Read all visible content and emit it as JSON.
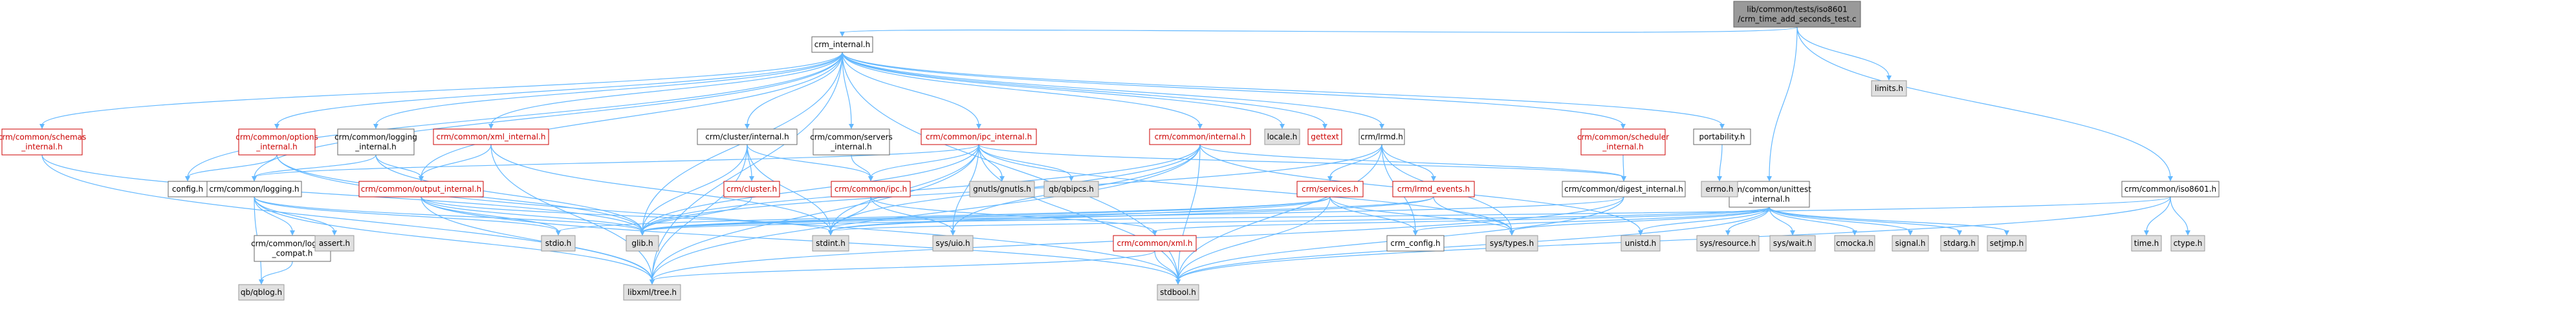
{
  "diagram": {
    "type": "include-dependency-graph",
    "colors": {
      "edge": "#63b8ff",
      "root_fill": "#999999",
      "external_fill": "#e0e0e0",
      "linked_border": "#cc0000",
      "node_border": "#666666"
    },
    "nodes": [
      {
        "id": "root",
        "lines": [
          "lib/common/tests/iso8601",
          "/crm_time_add_seconds_test.c"
        ],
        "style": "root"
      },
      {
        "id": "crm_internal",
        "lines": [
          "crm_internal.h"
        ],
        "style": "plain"
      },
      {
        "id": "limits",
        "lines": [
          "limits.h"
        ],
        "style": "grey"
      },
      {
        "id": "unittest_internal",
        "lines": [
          "crm/common/unittest",
          "_internal.h"
        ],
        "style": "plain"
      },
      {
        "id": "iso8601",
        "lines": [
          "crm/common/iso8601.h"
        ],
        "style": "plain"
      },
      {
        "id": "schemas_internal",
        "lines": [
          "crm/common/schemas",
          "_internal.h"
        ],
        "style": "red"
      },
      {
        "id": "options_internal",
        "lines": [
          "crm/common/options",
          "_internal.h"
        ],
        "style": "red"
      },
      {
        "id": "logging_internal",
        "lines": [
          "crm/common/logging",
          "_internal.h"
        ],
        "style": "plain"
      },
      {
        "id": "xml_internal",
        "lines": [
          "crm/common/xml_internal.h"
        ],
        "style": "red"
      },
      {
        "id": "cluster_internal",
        "lines": [
          "crm/cluster/internal.h"
        ],
        "style": "plain"
      },
      {
        "id": "servers_internal",
        "lines": [
          "crm/common/servers",
          "_internal.h"
        ],
        "style": "plain"
      },
      {
        "id": "ipc_internal",
        "lines": [
          "crm/common/ipc_internal.h"
        ],
        "style": "red"
      },
      {
        "id": "common_internal",
        "lines": [
          "crm/common/internal.h"
        ],
        "style": "red"
      },
      {
        "id": "locale",
        "lines": [
          "locale.h"
        ],
        "style": "grey"
      },
      {
        "id": "gettext",
        "lines": [
          "gettext"
        ],
        "style": "red"
      },
      {
        "id": "lrmd",
        "lines": [
          "crm/lrmd.h"
        ],
        "style": "plain"
      },
      {
        "id": "scheduler_internal",
        "lines": [
          "crm/common/scheduler",
          "_internal.h"
        ],
        "style": "red"
      },
      {
        "id": "portability",
        "lines": [
          "portability.h"
        ],
        "style": "plain"
      },
      {
        "id": "config_left",
        "lines": [
          "config.h"
        ],
        "style": "plain"
      },
      {
        "id": "logging",
        "lines": [
          "crm/common/logging.h"
        ],
        "style": "plain"
      },
      {
        "id": "output_internal",
        "lines": [
          "crm/common/output_internal.h"
        ],
        "style": "red"
      },
      {
        "id": "cluster",
        "lines": [
          "crm/cluster.h"
        ],
        "style": "red"
      },
      {
        "id": "ipc",
        "lines": [
          "crm/common/ipc.h"
        ],
        "style": "red"
      },
      {
        "id": "gnutls",
        "lines": [
          "gnutls/gnutls.h"
        ],
        "style": "grey"
      },
      {
        "id": "qbipcs",
        "lines": [
          "qb/qbipcs.h"
        ],
        "style": "grey"
      },
      {
        "id": "services",
        "lines": [
          "crm/services.h"
        ],
        "style": "red"
      },
      {
        "id": "lrmd_events",
        "lines": [
          "crm/lrmd_events.h"
        ],
        "style": "red"
      },
      {
        "id": "errno",
        "lines": [
          "errno.h"
        ],
        "style": "grey"
      },
      {
        "id": "digest_internal",
        "lines": [
          "crm/common/digest_internal.h"
        ],
        "style": "plain"
      },
      {
        "id": "logging_compat",
        "lines": [
          "crm/common/logging",
          "_compat.h"
        ],
        "style": "plain"
      },
      {
        "id": "assert",
        "lines": [
          "assert.h"
        ],
        "style": "grey"
      },
      {
        "id": "stdio",
        "lines": [
          "stdio.h"
        ],
        "style": "grey"
      },
      {
        "id": "glib",
        "lines": [
          "glib.h"
        ],
        "style": "grey"
      },
      {
        "id": "stdint",
        "lines": [
          "stdint.h"
        ],
        "style": "grey"
      },
      {
        "id": "sys_uio",
        "lines": [
          "sys/uio.h"
        ],
        "style": "grey"
      },
      {
        "id": "xml",
        "lines": [
          "crm/common/xml.h"
        ],
        "style": "red"
      },
      {
        "id": "crm_config",
        "lines": [
          "crm_config.h"
        ],
        "style": "plain"
      },
      {
        "id": "sys_types",
        "lines": [
          "sys/types.h"
        ],
        "style": "grey"
      },
      {
        "id": "unistd",
        "lines": [
          "unistd.h"
        ],
        "style": "grey"
      },
      {
        "id": "sys_resource",
        "lines": [
          "sys/resource.h"
        ],
        "style": "grey"
      },
      {
        "id": "sys_wait",
        "lines": [
          "sys/wait.h"
        ],
        "style": "grey"
      },
      {
        "id": "cmocka",
        "lines": [
          "cmocka.h"
        ],
        "style": "grey"
      },
      {
        "id": "signal",
        "lines": [
          "signal.h"
        ],
        "style": "grey"
      },
      {
        "id": "stdarg",
        "lines": [
          "stdarg.h"
        ],
        "style": "grey"
      },
      {
        "id": "setjmp",
        "lines": [
          "setjmp.h"
        ],
        "style": "grey"
      },
      {
        "id": "time",
        "lines": [
          "time.h"
        ],
        "style": "grey"
      },
      {
        "id": "ctype",
        "lines": [
          "ctype.h"
        ],
        "style": "grey"
      },
      {
        "id": "qblog",
        "lines": [
          "qb/qblog.h"
        ],
        "style": "grey"
      },
      {
        "id": "libxml_tree",
        "lines": [
          "libxml/tree.h"
        ],
        "style": "grey"
      },
      {
        "id": "stdbool",
        "lines": [
          "stdbool.h"
        ],
        "style": "grey"
      }
    ],
    "edges": [
      [
        "root",
        "crm_internal"
      ],
      [
        "root",
        "limits"
      ],
      [
        "root",
        "unittest_internal"
      ],
      [
        "root",
        "iso8601"
      ],
      [
        "crm_internal",
        "config_left"
      ],
      [
        "crm_internal",
        "glib"
      ],
      [
        "crm_internal",
        "stdbool"
      ],
      [
        "crm_internal",
        "libxml_tree"
      ],
      [
        "crm_internal",
        "options_internal"
      ],
      [
        "crm_internal",
        "output_internal"
      ],
      [
        "crm_internal",
        "schemas_internal"
      ],
      [
        "crm_internal",
        "logging_internal"
      ],
      [
        "crm_internal",
        "xml_internal"
      ],
      [
        "crm_internal",
        "cluster_internal"
      ],
      [
        "crm_internal",
        "servers_internal"
      ],
      [
        "crm_internal",
        "ipc_internal"
      ],
      [
        "crm_internal",
        "common_internal"
      ],
      [
        "crm_internal",
        "locale"
      ],
      [
        "crm_internal",
        "gettext"
      ],
      [
        "crm_internal",
        "lrmd"
      ],
      [
        "crm_internal",
        "scheduler_internal"
      ],
      [
        "crm_internal",
        "portability"
      ],
      [
        "crm_internal",
        "logging"
      ],
      [
        "schemas_internal",
        "glib"
      ],
      [
        "schemas_internal",
        "libxml_tree"
      ],
      [
        "options_internal",
        "config_left"
      ],
      [
        "options_internal",
        "glib"
      ],
      [
        "options_internal",
        "stdbool"
      ],
      [
        "logging_internal",
        "glib"
      ],
      [
        "logging_internal",
        "logging"
      ],
      [
        "logging_internal",
        "output_internal"
      ],
      [
        "xml_internal",
        "output_internal"
      ],
      [
        "xml_internal",
        "stdint"
      ],
      [
        "xml_internal",
        "libxml_tree"
      ],
      [
        "cluster_internal",
        "cluster"
      ],
      [
        "cluster_internal",
        "ipc"
      ],
      [
        "cluster_internal",
        "glib"
      ],
      [
        "cluster_internal",
        "stdint"
      ],
      [
        "cluster_internal",
        "libxml_tree"
      ],
      [
        "servers_internal",
        "ipc"
      ],
      [
        "ipc_internal",
        "stdbool"
      ],
      [
        "ipc_internal",
        "stdint"
      ],
      [
        "ipc_internal",
        "sys_uio"
      ],
      [
        "ipc_internal",
        "sys_types"
      ],
      [
        "ipc_internal",
        "gnutls"
      ],
      [
        "ipc_internal",
        "qbipcs"
      ],
      [
        "ipc_internal",
        "ipc"
      ],
      [
        "ipc_internal",
        "logging"
      ],
      [
        "ipc_internal",
        "libxml_tree"
      ],
      [
        "ipc_internal",
        "digest_internal"
      ],
      [
        "ipc_internal",
        "glib"
      ],
      [
        "common_internal",
        "unistd"
      ],
      [
        "common_internal",
        "glib"
      ],
      [
        "common_internal",
        "stdbool"
      ],
      [
        "common_internal",
        "libxml_tree"
      ],
      [
        "common_internal",
        "digest_internal"
      ],
      [
        "common_internal",
        "stdint"
      ],
      [
        "common_internal",
        "sys_uio"
      ],
      [
        "lrmd",
        "stdbool"
      ],
      [
        "lrmd",
        "glib"
      ],
      [
        "lrmd",
        "services"
      ],
      [
        "lrmd",
        "lrmd_events"
      ],
      [
        "lrmd",
        "crm_config"
      ],
      [
        "lrmd",
        "sys_types"
      ],
      [
        "scheduler_internal",
        "digest_internal"
      ],
      [
        "portability",
        "errno"
      ],
      [
        "logging",
        "stdio"
      ],
      [
        "logging",
        "glib"
      ],
      [
        "logging",
        "qblog"
      ],
      [
        "logging",
        "libxml_tree"
      ],
      [
        "logging",
        "logging_compat"
      ],
      [
        "logging",
        "assert"
      ],
      [
        "output_internal",
        "stdio"
      ],
      [
        "output_internal",
        "stdbool"
      ],
      [
        "output_internal",
        "libxml_tree"
      ],
      [
        "output_internal",
        "glib"
      ],
      [
        "output_internal",
        "stdint"
      ],
      [
        "cluster",
        "glib"
      ],
      [
        "ipc",
        "sys_uio"
      ],
      [
        "ipc",
        "stdint"
      ],
      [
        "ipc",
        "xml"
      ],
      [
        "services",
        "glib"
      ],
      [
        "services",
        "stdio"
      ],
      [
        "services",
        "stdint"
      ],
      [
        "services",
        "stdbool"
      ],
      [
        "services",
        "sys_types"
      ],
      [
        "services",
        "crm_config"
      ],
      [
        "lrmd_events",
        "sys_types"
      ],
      [
        "lrmd_events",
        "glib"
      ],
      [
        "lrmd_events",
        "stdint"
      ],
      [
        "digest_internal",
        "stdbool"
      ],
      [
        "digest_internal",
        "libxml_tree"
      ],
      [
        "digest_internal",
        "glib"
      ],
      [
        "logging_compat",
        "qblog"
      ],
      [
        "xml",
        "stdbool"
      ],
      [
        "xml",
        "libxml_tree"
      ],
      [
        "unittest_internal",
        "signal"
      ],
      [
        "unittest_internal",
        "stdarg"
      ],
      [
        "unittest_internal",
        "stdint"
      ],
      [
        "unittest_internal",
        "setjmp"
      ],
      [
        "unittest_internal",
        "sys_resource"
      ],
      [
        "unittest_internal",
        "sys_wait"
      ],
      [
        "unittest_internal",
        "cmocka"
      ],
      [
        "unittest_internal",
        "unistd"
      ],
      [
        "unittest_internal",
        "sys_types"
      ],
      [
        "unittest_internal",
        "crm_config"
      ],
      [
        "unittest_internal",
        "xml"
      ],
      [
        "unittest_internal",
        "stdbool"
      ],
      [
        "iso8601",
        "time"
      ],
      [
        "iso8601",
        "ctype"
      ],
      [
        "iso8601",
        "stdbool"
      ],
      [
        "iso8601",
        "glib"
      ]
    ]
  }
}
